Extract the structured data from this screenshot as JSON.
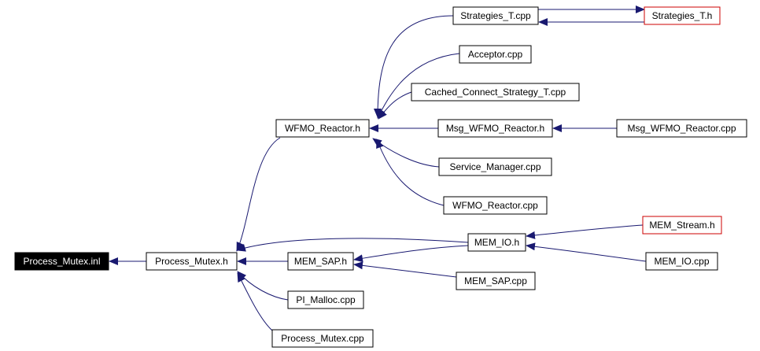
{
  "diagram": {
    "nodes": {
      "process_mutex_inl": {
        "label": "Process_Mutex.inl",
        "style": "highlight"
      },
      "process_mutex_h": {
        "label": "Process_Mutex.h",
        "style": "normal"
      },
      "wfmo_reactor_h": {
        "label": "WFMO_Reactor.h",
        "style": "normal"
      },
      "strategies_t_cpp": {
        "label": "Strategies_T.cpp",
        "style": "normal"
      },
      "strategies_t_h": {
        "label": "Strategies_T.h",
        "style": "external"
      },
      "acceptor_cpp": {
        "label": "Acceptor.cpp",
        "style": "normal"
      },
      "cached_connect_strategy_t_cpp": {
        "label": "Cached_Connect_Strategy_T.cpp",
        "style": "normal"
      },
      "msg_wfmo_reactor_h": {
        "label": "Msg_WFMO_Reactor.h",
        "style": "normal"
      },
      "msg_wfmo_reactor_cpp": {
        "label": "Msg_WFMO_Reactor.cpp",
        "style": "normal"
      },
      "service_manager_cpp": {
        "label": "Service_Manager.cpp",
        "style": "normal"
      },
      "wfmo_reactor_cpp": {
        "label": "WFMO_Reactor.cpp",
        "style": "normal"
      },
      "mem_io_h": {
        "label": "MEM_IO.h",
        "style": "normal"
      },
      "mem_stream_h": {
        "label": "MEM_Stream.h",
        "style": "external"
      },
      "mem_io_cpp": {
        "label": "MEM_IO.cpp",
        "style": "normal"
      },
      "mem_sap_h": {
        "label": "MEM_SAP.h",
        "style": "normal"
      },
      "mem_sap_cpp": {
        "label": "MEM_SAP.cpp",
        "style": "normal"
      },
      "pi_malloc_cpp": {
        "label": "PI_Malloc.cpp",
        "style": "normal"
      },
      "process_mutex_cpp": {
        "label": "Process_Mutex.cpp",
        "style": "normal"
      }
    },
    "edges": [
      {
        "from": "process_mutex_h",
        "to": "process_mutex_inl"
      },
      {
        "from": "wfmo_reactor_h",
        "to": "process_mutex_h"
      },
      {
        "from": "mem_io_h",
        "to": "process_mutex_h"
      },
      {
        "from": "mem_sap_h",
        "to": "process_mutex_h"
      },
      {
        "from": "pi_malloc_cpp",
        "to": "process_mutex_h"
      },
      {
        "from": "process_mutex_cpp",
        "to": "process_mutex_h"
      },
      {
        "from": "strategies_t_cpp",
        "to": "wfmo_reactor_h"
      },
      {
        "from": "acceptor_cpp",
        "to": "wfmo_reactor_h"
      },
      {
        "from": "cached_connect_strategy_t_cpp",
        "to": "wfmo_reactor_h"
      },
      {
        "from": "msg_wfmo_reactor_h",
        "to": "wfmo_reactor_h"
      },
      {
        "from": "service_manager_cpp",
        "to": "wfmo_reactor_h"
      },
      {
        "from": "wfmo_reactor_cpp",
        "to": "wfmo_reactor_h"
      },
      {
        "from": "strategies_t_cpp",
        "to": "strategies_t_h"
      },
      {
        "from": "strategies_t_h",
        "to": "strategies_t_cpp"
      },
      {
        "from": "msg_wfmo_reactor_cpp",
        "to": "msg_wfmo_reactor_h"
      },
      {
        "from": "mem_stream_h",
        "to": "mem_io_h"
      },
      {
        "from": "mem_io_cpp",
        "to": "mem_io_h"
      },
      {
        "from": "mem_io_h",
        "to": "mem_sap_h"
      },
      {
        "from": "mem_sap_cpp",
        "to": "mem_sap_h"
      }
    ],
    "colors": {
      "edge": "#191970",
      "node_border": "#000000",
      "external_border": "#cc0000",
      "highlight_fill": "#000000",
      "highlight_text": "#ffffff"
    }
  }
}
